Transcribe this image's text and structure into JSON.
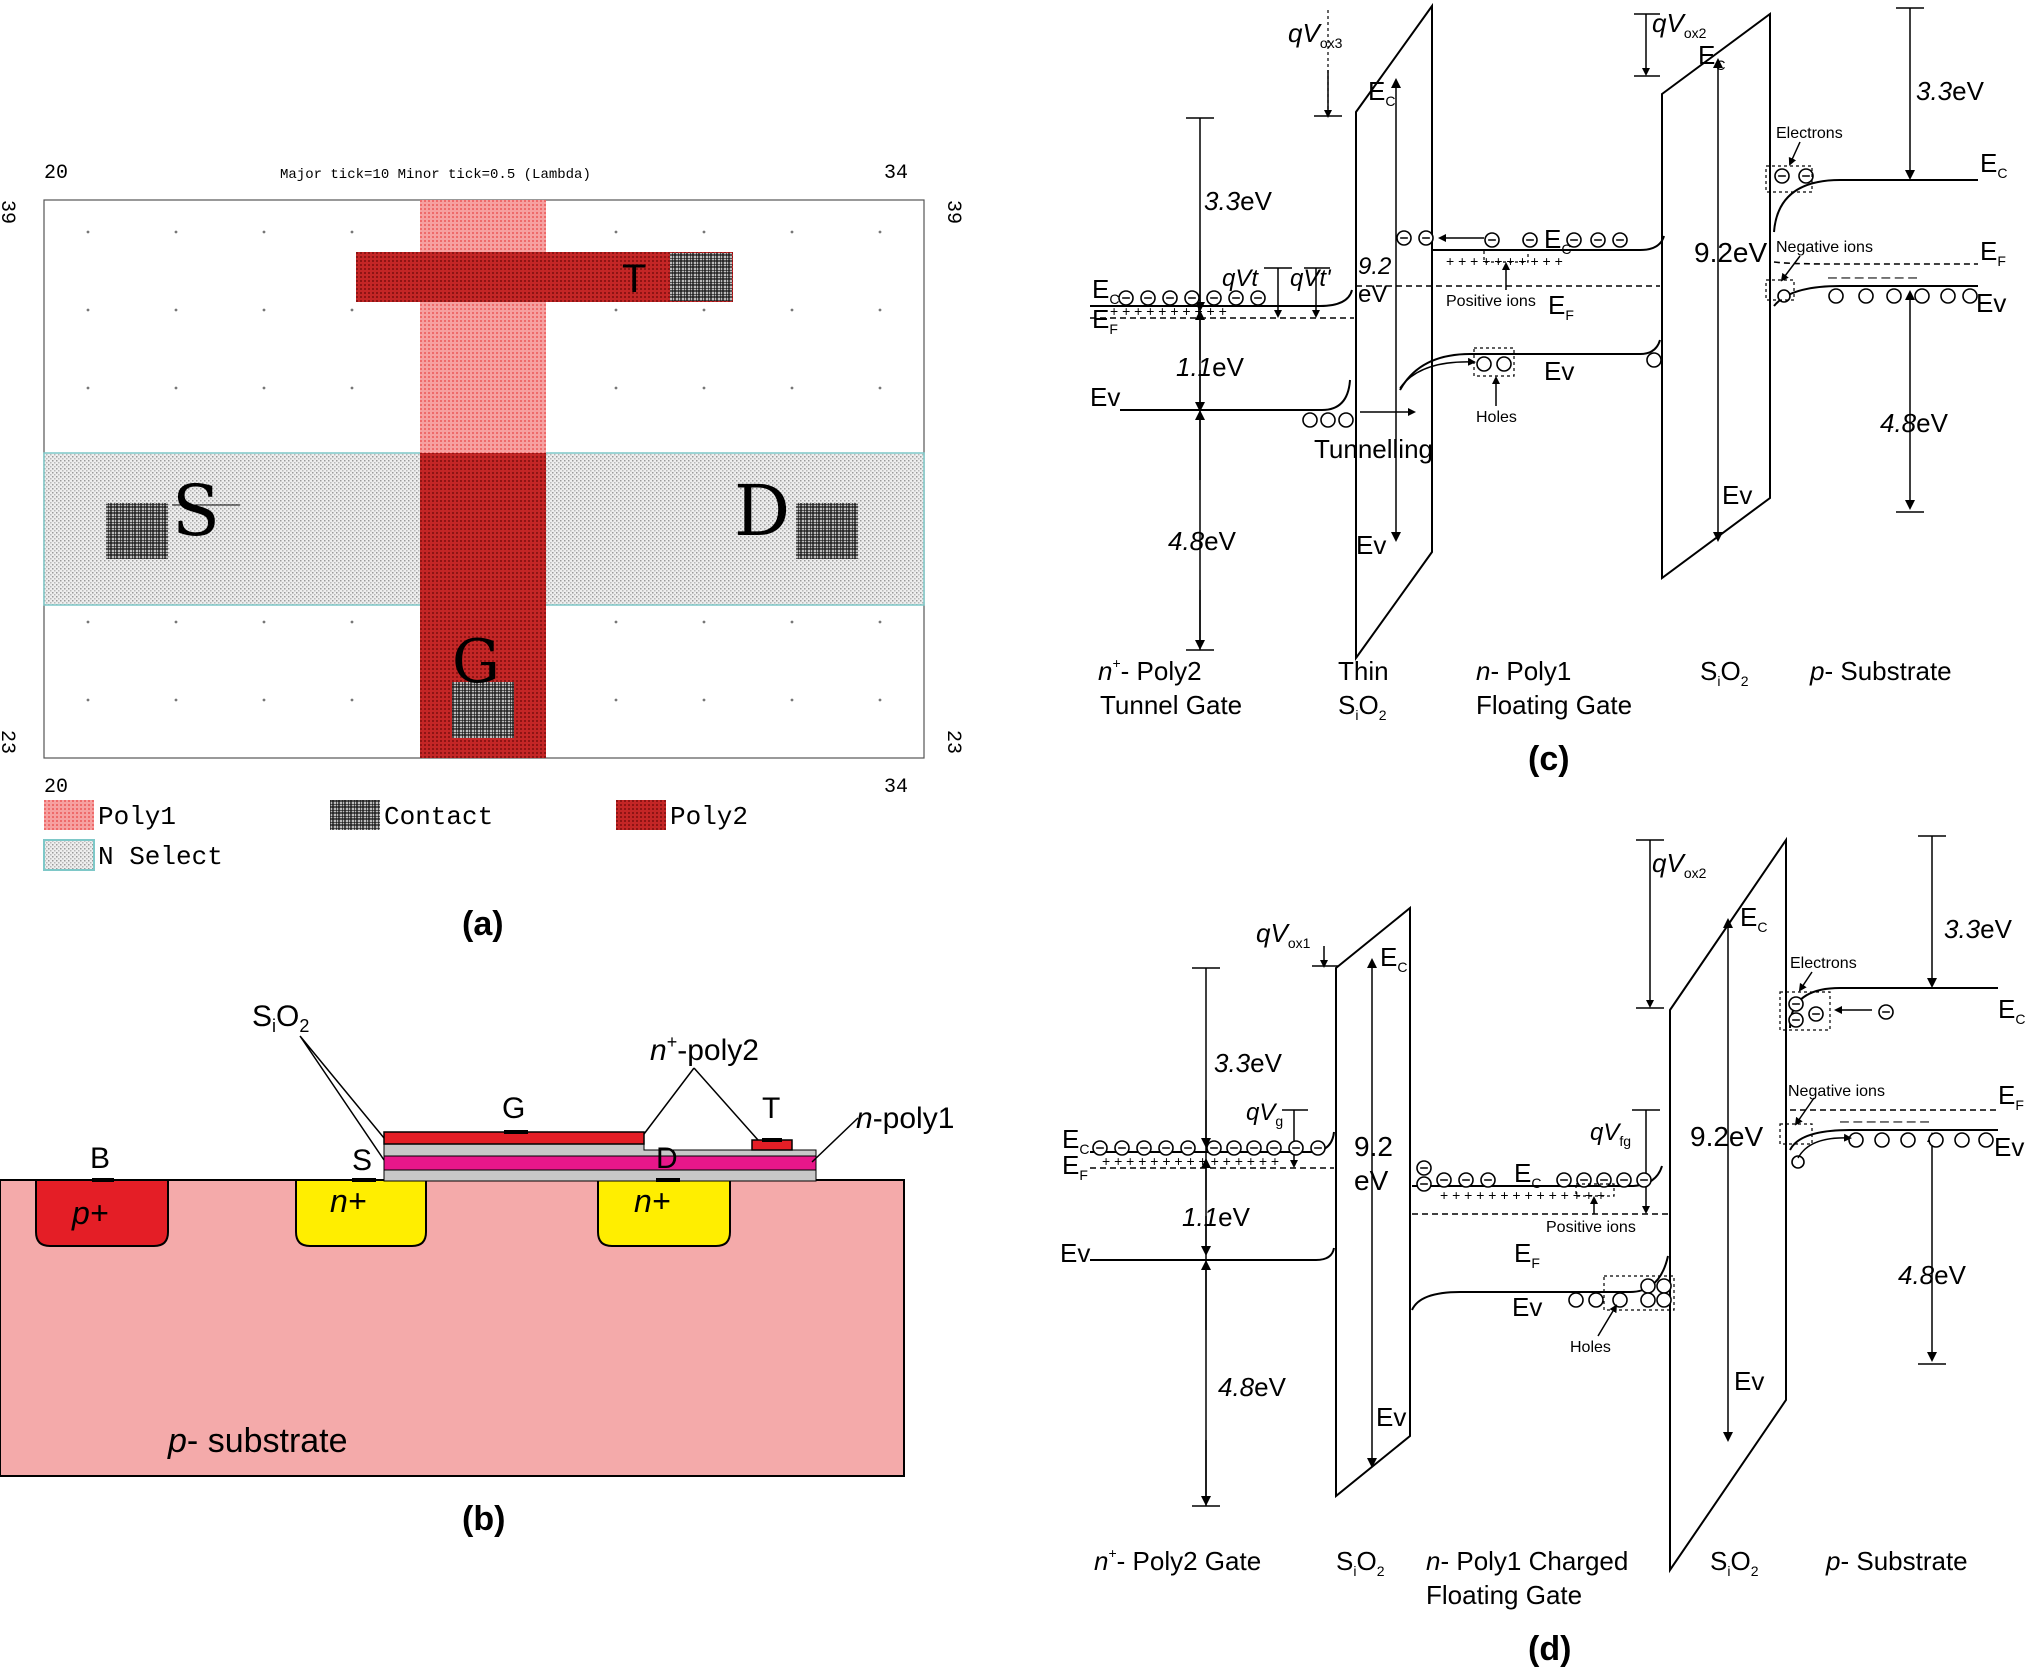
{
  "colors": {
    "poly1": "#f2787a",
    "poly2": "#b01c1c",
    "contact": "#333333",
    "nselect": "#7ec8c8",
    "substrate": "#f4aaaa",
    "pplus": "#e41e26",
    "nplus": "#ffee00",
    "npoly1": "#e8178a",
    "oxide": "#c8c8c8"
  },
  "panel_a": {
    "label": "(a)",
    "header": "Major tick=10 Minor tick=0.5 (Lambda)",
    "x_ticks": [
      "20",
      "34"
    ],
    "y_ticks": [
      "39",
      "23"
    ],
    "terminals": {
      "s": "S",
      "d": "D",
      "g": "G",
      "t": "T"
    },
    "legend": [
      {
        "label": "Poly1",
        "swatch": "poly1"
      },
      {
        "label": "Contact",
        "swatch": "contact"
      },
      {
        "label": "Poly2",
        "swatch": "poly2"
      },
      {
        "label": "N Select",
        "swatch": "nselect"
      }
    ]
  },
  "panel_b": {
    "label": "(b)",
    "sio2": [
      "S",
      "i",
      "O",
      "2"
    ],
    "npoly2": [
      "n",
      "+",
      "-poly2"
    ],
    "npoly1": [
      "n",
      "-poly1"
    ],
    "b": "B",
    "s": "S",
    "g": "G",
    "d": "D",
    "t": "T",
    "pplus": "p+",
    "nplus": "n+",
    "substrate": [
      "p",
      "- substrate"
    ]
  },
  "panel_c": {
    "label": "(c)",
    "qvox3": [
      "qV",
      "ox3"
    ],
    "qvox2": [
      "qV",
      "ox2"
    ],
    "ec": [
      "E",
      "C"
    ],
    "ef": [
      "E",
      "F"
    ],
    "ev": "Ev",
    "e33": [
      "3.3",
      "eV"
    ],
    "e11": [
      "1.1",
      "eV"
    ],
    "e48": [
      "4.8",
      "eV"
    ],
    "e92a": "9.2",
    "e92b": "eV",
    "e92full": "9.2eV",
    "qvt": "qVt",
    "qvt2": "qVt'",
    "electrons": "Electrons",
    "negions": "Negative ions",
    "posions": "Positive ions",
    "holes": "Holes",
    "tunnelling": "Tunnelling",
    "bottom": {
      "l1": [
        "n",
        "+",
        "- Poly2"
      ],
      "l1b": "Tunnel Gate",
      "l2": "Thin",
      "l2b": [
        "S",
        "i",
        "O",
        "2"
      ],
      "l3": [
        "n",
        "- Poly1"
      ],
      "l3b": "Floating Gate",
      "l4": [
        "S",
        "i",
        "O",
        "2"
      ],
      "l5": [
        "p",
        "- Substrate"
      ]
    }
  },
  "panel_d": {
    "label": "(d)",
    "qvox1": [
      "qV",
      "ox1"
    ],
    "qvox2": [
      "qV",
      "ox2"
    ],
    "qvg": [
      "qV",
      "g"
    ],
    "qvfg": [
      "qV",
      "fg"
    ],
    "ec": [
      "E",
      "C"
    ],
    "ef": [
      "E",
      "F"
    ],
    "ev": "Ev",
    "e33": [
      "3.3",
      "eV"
    ],
    "e11": [
      "1.1",
      "eV"
    ],
    "e48": [
      "4.8",
      "eV"
    ],
    "e92a": "9.2",
    "e92b": "eV",
    "e92full": "9.2eV",
    "electrons": "Electrons",
    "negions": "Negative ions",
    "posions": "Positive ions",
    "holes": "Holes",
    "bottom": {
      "l1": [
        "n",
        "+",
        "- Poly2 Gate"
      ],
      "l2": [
        "S",
        "i",
        "O",
        "2"
      ],
      "l3": [
        "n",
        "- Poly1 Charged"
      ],
      "l3b": "Floating Gate",
      "l4": [
        "S",
        "i",
        "O",
        "2"
      ],
      "l5": [
        "p",
        "- Substrate"
      ]
    }
  }
}
